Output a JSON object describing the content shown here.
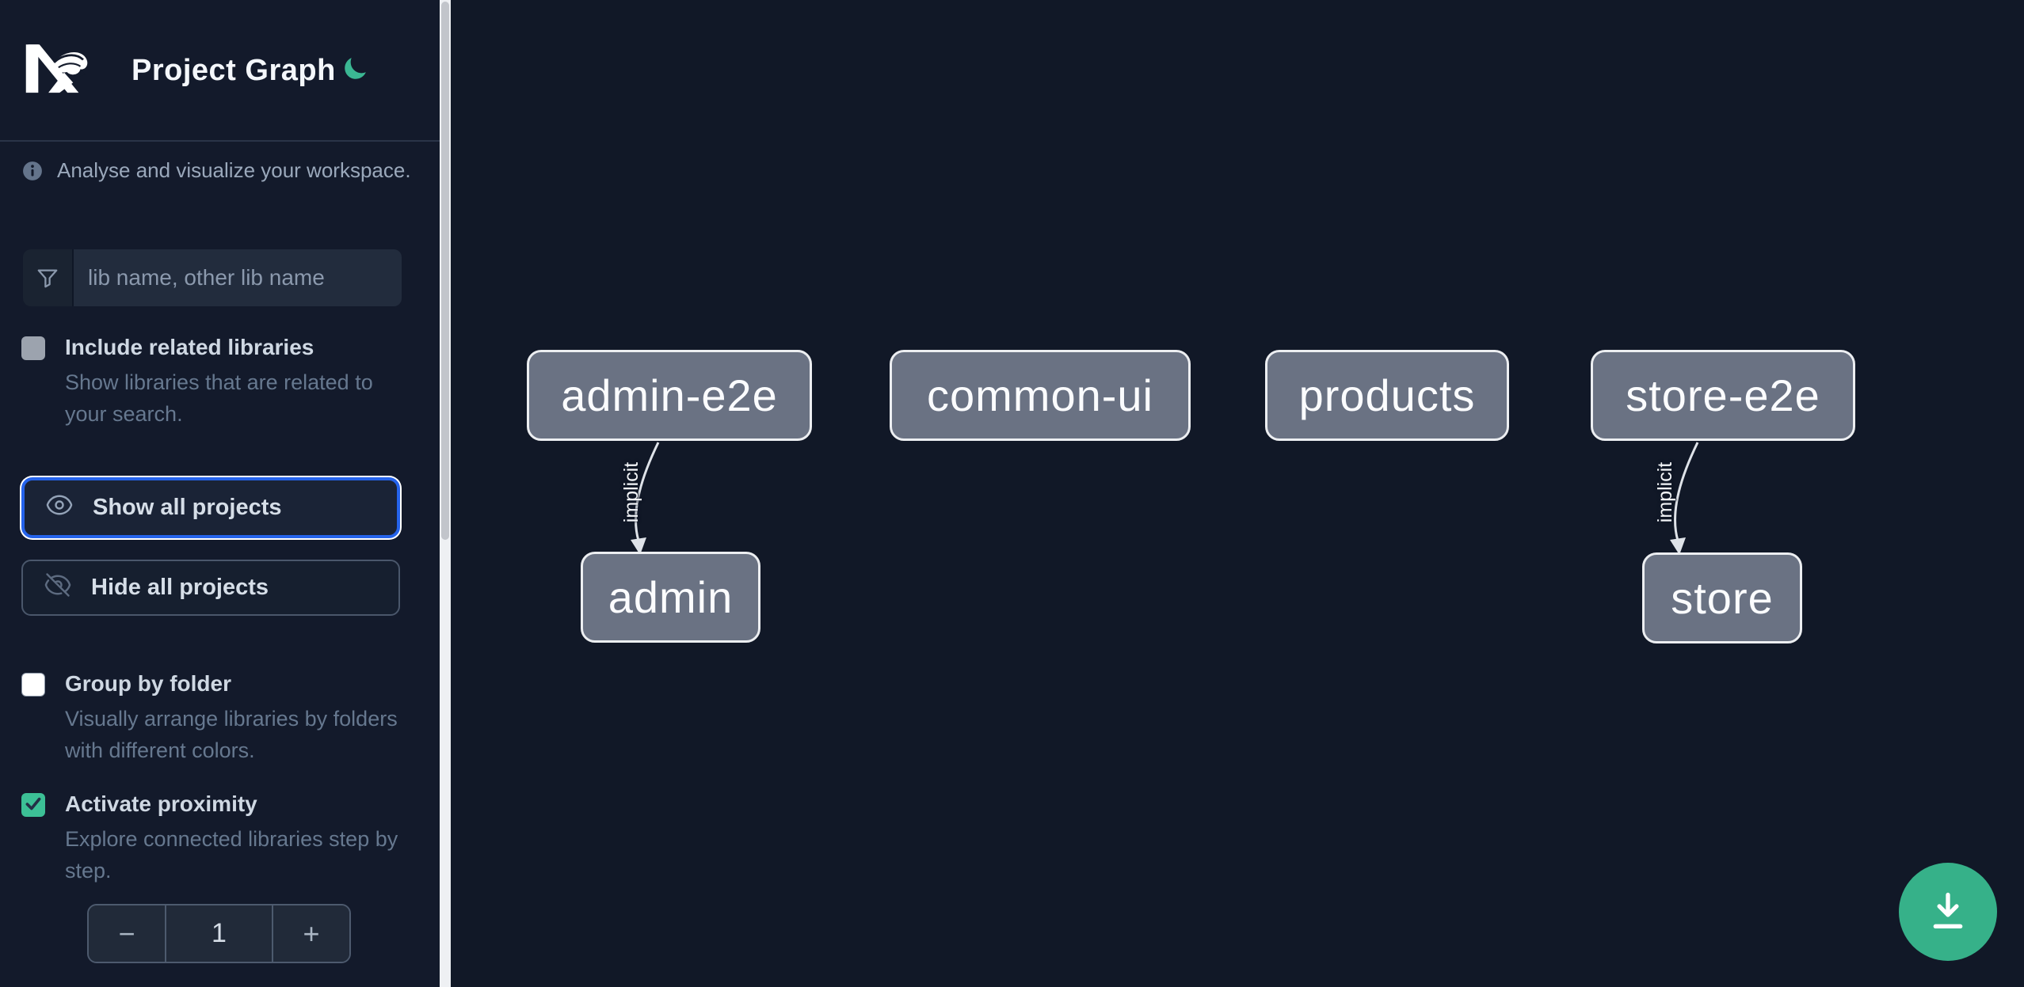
{
  "app": {
    "title": "Project Graph",
    "logo_icon": "nx-logo",
    "theme_icon": "moon-icon"
  },
  "sidebar": {
    "info": {
      "icon": "info-icon",
      "text": "Analyse and visualize your workspace."
    },
    "search": {
      "icon": "filter-funnel-icon",
      "placeholder": "lib name, other lib name",
      "value": ""
    },
    "include_related": {
      "label": "Include related libraries",
      "description": "Show libraries that are related to your search.",
      "checked": false
    },
    "show_all": {
      "label": "Show all projects",
      "icon": "eye-icon",
      "focused": true
    },
    "hide_all": {
      "label": "Hide all projects",
      "icon": "eye-off-icon"
    },
    "group_by_folder": {
      "label": "Group by folder",
      "description": "Visually arrange libraries by folders with different colors.",
      "checked": false
    },
    "activate_proximity": {
      "label": "Activate proximity",
      "description": "Explore connected libraries step by step.",
      "checked": true
    },
    "proximity_stepper": {
      "decrement": "−",
      "value": "1",
      "increment": "+"
    }
  },
  "graph": {
    "nodes": [
      {
        "label": "admin-e2e"
      },
      {
        "label": "common-ui"
      },
      {
        "label": "products"
      },
      {
        "label": "store-e2e"
      },
      {
        "label": "admin"
      },
      {
        "label": "store"
      }
    ],
    "edges": [
      {
        "from": "admin-e2e",
        "to": "admin",
        "label": "implicit"
      },
      {
        "from": "store-e2e",
        "to": "store",
        "label": "implicit"
      }
    ]
  },
  "fab": {
    "icon": "download-icon"
  },
  "colors": {
    "sidebar_bg": "#131a2b",
    "canvas_bg": "#111827",
    "accent_green": "#3cc096",
    "fab_green": "#36b189",
    "focus_blue": "#2563eb",
    "node_fill": "#6a7283",
    "node_border": "#eceef1",
    "edge_gray": "#dfe3e9"
  }
}
